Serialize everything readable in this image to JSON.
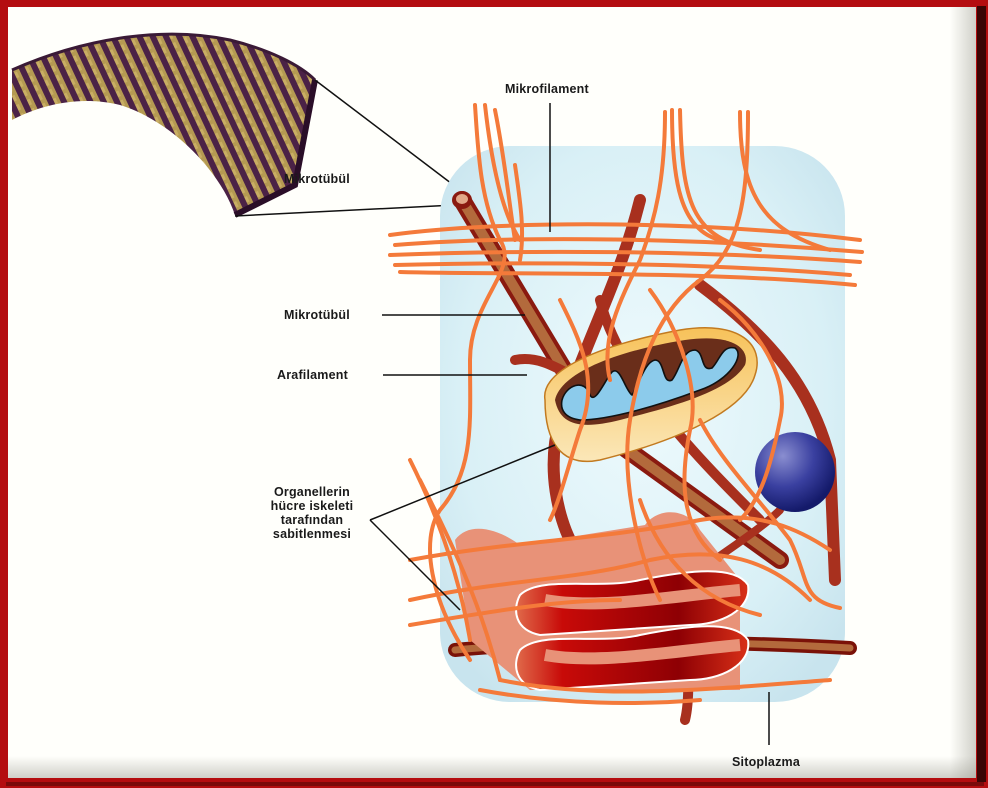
{
  "diagram": {
    "title": "Hücre iskeleti",
    "labels": {
      "mikrofilament": "Mikrofilament",
      "mikrotubul_top": "Mikrotübül",
      "mikrotubul": "Mikrotübül",
      "arafilament": "Arafilament",
      "organeller": [
        "Organellerin",
        "hücre iskeleti",
        "tarafından",
        "sabitlenmesi"
      ],
      "sitoplazma": "Sitoplazma"
    },
    "colors": {
      "frame": "#b40d10",
      "cytoplasm": "#d6eef5",
      "microfilament": "#f47a3a",
      "microtubule": "#9b2a1c",
      "microtubule_core": "#b36a3c",
      "mitochondrion": "#f0a43a",
      "golgi": "#e9957a",
      "vesicle": "#2e3590",
      "tubulin_gold": "#b59a52",
      "tubulin_purple": "#4b2246"
    }
  }
}
